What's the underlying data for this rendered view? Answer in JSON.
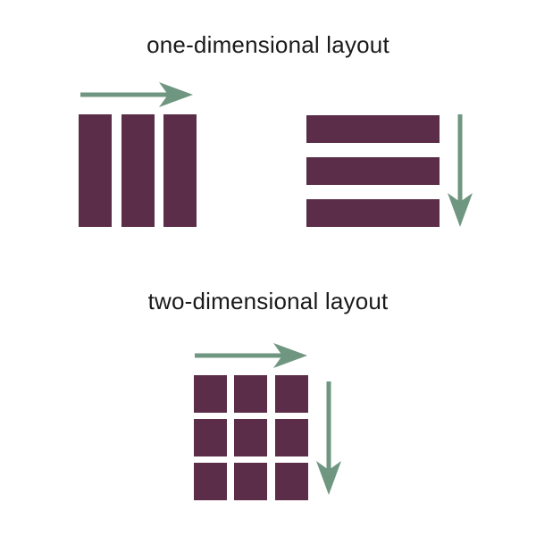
{
  "headings": {
    "one_dimensional": "one-dimensional layout",
    "two_dimensional": "two-dimensional layout"
  },
  "colors": {
    "block": "#5b2d48",
    "arrow": "#6f9680",
    "text": "#1a1a1a",
    "background": "#ffffff"
  },
  "illustrations": {
    "one_dimensional_columns": {
      "columns": 3,
      "arrow_direction": "right"
    },
    "one_dimensional_rows": {
      "rows": 3,
      "arrow_direction": "down"
    },
    "two_dimensional_grid": {
      "rows": 3,
      "columns": 3,
      "arrow_directions": [
        "right",
        "down"
      ]
    }
  }
}
